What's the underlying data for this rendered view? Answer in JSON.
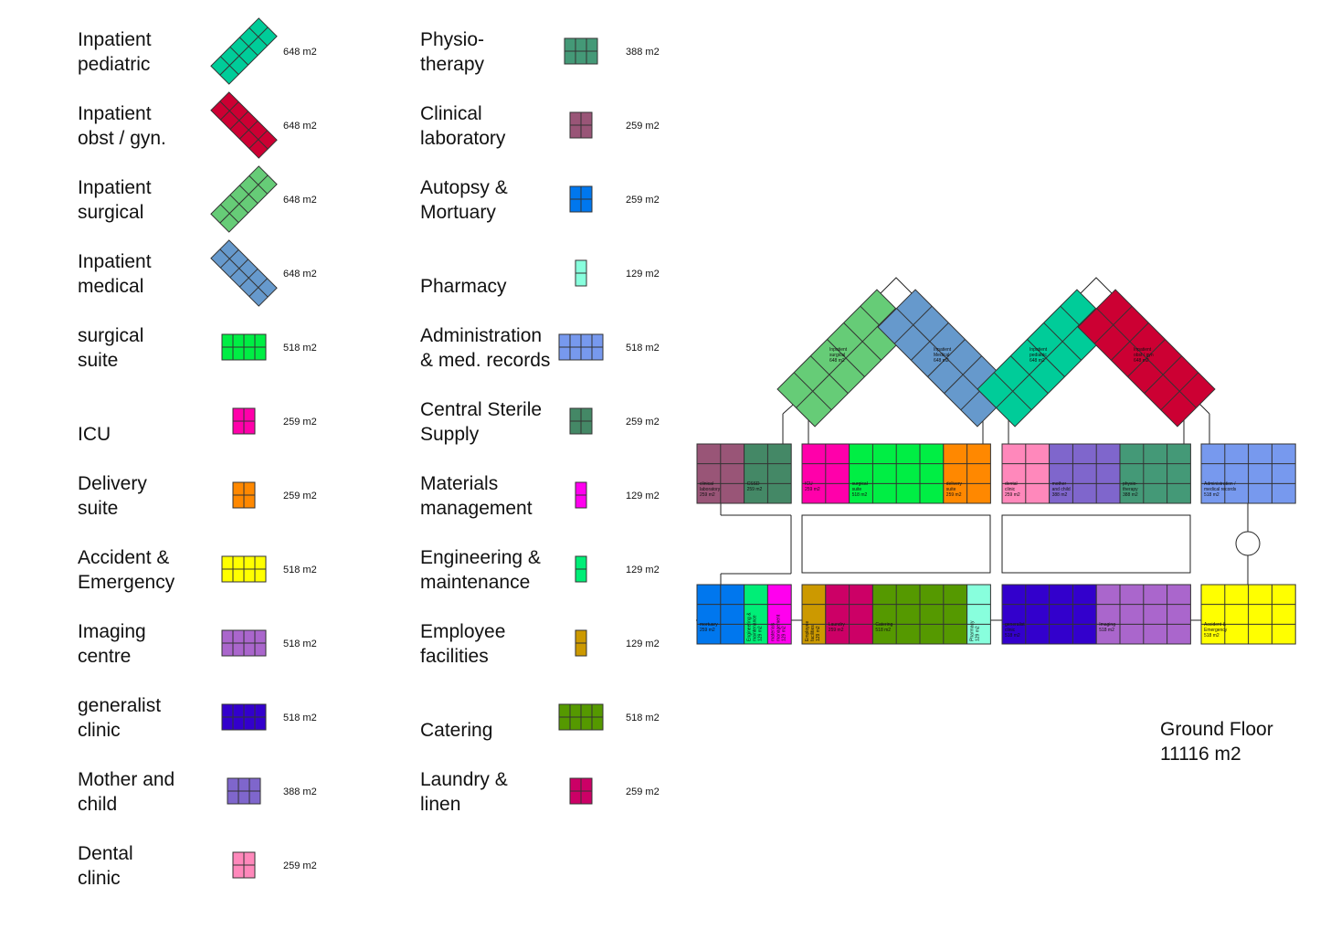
{
  "legend": [
    {
      "lines": [
        "Inpatient",
        "pediatric"
      ],
      "area": "648 m2",
      "color": "#00cc99",
      "shape": "wing-r"
    },
    {
      "lines": [
        "Inpatient",
        "obst / gyn."
      ],
      "area": "648 m2",
      "color": "#cc0033",
      "shape": "wing-l"
    },
    {
      "lines": [
        "Inpatient",
        "surgical"
      ],
      "area": "648 m2",
      "color": "#66cc77",
      "shape": "wing-r"
    },
    {
      "lines": [
        "Inpatient",
        "medical"
      ],
      "area": "648 m2",
      "color": "#6699cc",
      "shape": "wing-l"
    },
    {
      "lines": [
        "surgical",
        "suite"
      ],
      "area": "518 m2",
      "color": "#00ee44",
      "shape": "grid-4x2"
    },
    {
      "lines": [
        "ICU"
      ],
      "area": "259 m2",
      "color": "#ff00aa",
      "shape": "grid-2x2"
    },
    {
      "lines": [
        "Delivery",
        "suite"
      ],
      "area": "259 m2",
      "color": "#ff8800",
      "shape": "grid-2x2"
    },
    {
      "lines": [
        "Accident &",
        "Emergency"
      ],
      "area": "518 m2",
      "color": "#ffff00",
      "shape": "grid-4x2"
    },
    {
      "lines": [
        "Imaging",
        "centre"
      ],
      "area": "518 m2",
      "color": "#aa66cc",
      "shape": "grid-4x2"
    },
    {
      "lines": [
        "generalist",
        "clinic"
      ],
      "area": "518 m2",
      "color": "#3300cc",
      "shape": "grid-4x2"
    },
    {
      "lines": [
        "Mother and",
        "child"
      ],
      "area": "388 m2",
      "color": "#7f66cc",
      "shape": "grid-3x2"
    },
    {
      "lines": [
        "Dental",
        "clinic"
      ],
      "area": "259 m2",
      "color": "#ff88bb",
      "shape": "grid-2x2"
    },
    {
      "lines": [
        "Physio-",
        "therapy"
      ],
      "area": "388 m2",
      "color": "#449977",
      "shape": "grid-3x2"
    },
    {
      "lines": [
        "Clinical",
        "laboratory"
      ],
      "area": "259 m2",
      "color": "#995577",
      "shape": "grid-2x2"
    },
    {
      "lines": [
        "Autopsy &",
        "Mortuary"
      ],
      "area": "259 m2",
      "color": "#0077ee",
      "shape": "grid-2x2"
    },
    {
      "lines": [
        "Pharmacy"
      ],
      "area": "129 m2",
      "color": "#88ffdd",
      "shape": "grid-1x2"
    },
    {
      "lines": [
        "Administration",
        "& med. records"
      ],
      "area": "518 m2",
      "color": "#7799ee",
      "shape": "grid-4x2"
    },
    {
      "lines": [
        "Central Sterile",
        "Supply"
      ],
      "area": "259 m2",
      "color": "#448866",
      "shape": "grid-2x2"
    },
    {
      "lines": [
        "Materials",
        "management"
      ],
      "area": "129 m2",
      "color": "#ff00ee",
      "shape": "grid-1x2"
    },
    {
      "lines": [
        "Engineering &",
        "maintenance"
      ],
      "area": "129 m2",
      "color": "#00ee77",
      "shape": "grid-1x2"
    },
    {
      "lines": [
        "Employee",
        "facilities"
      ],
      "area": "129 m2",
      "color": "#cc9900",
      "shape": "grid-1x2"
    },
    {
      "lines": [
        "Catering"
      ],
      "area": "518 m2",
      "color": "#559900",
      "shape": "grid-4x2"
    },
    {
      "lines": [
        "Laundry &",
        "linen"
      ],
      "area": "259 m2",
      "color": "#cc0066",
      "shape": "grid-2x2"
    }
  ],
  "plan": {
    "wings": [
      {
        "lines": [
          "Inpatient",
          "surgical",
          "648 m2"
        ],
        "color": "#66cc77"
      },
      {
        "lines": [
          "Inpatient",
          "Medical",
          "648 m2"
        ],
        "color": "#6699cc"
      },
      {
        "lines": [
          "Inpatient",
          "pediatric",
          "648 m2"
        ],
        "color": "#00cc99"
      },
      {
        "lines": [
          "Inpatient",
          "obst / gyn",
          "648 m2"
        ],
        "color": "#cc0033"
      }
    ],
    "top_row": [
      {
        "lines": [
          "clinical",
          "laboratory",
          "259 m2"
        ],
        "color": "#995577",
        "cols": 2
      },
      {
        "lines": [
          "CSSD",
          "259 m2"
        ],
        "color": "#448866",
        "cols": 2
      },
      {
        "lines": [
          "ICU",
          "259 m2"
        ],
        "color": "#ff00aa",
        "cols": 2
      },
      {
        "lines": [
          "surgical",
          "suite",
          "518 m2"
        ],
        "color": "#00ee44",
        "cols": 4
      },
      {
        "lines": [
          "delivery",
          "suite",
          "259 m2"
        ],
        "color": "#ff8800",
        "cols": 2
      },
      {
        "lines": [
          "dental",
          "clinic",
          "259 m2"
        ],
        "color": "#ff88bb",
        "cols": 2
      },
      {
        "lines": [
          "mother",
          "and child",
          "388 m2"
        ],
        "color": "#7f66cc",
        "cols": 3
      },
      {
        "lines": [
          "physio-",
          "therapy",
          "388 m2"
        ],
        "color": "#449977",
        "cols": 3
      },
      {
        "lines": [
          "Administration /",
          "medical records",
          "518 m2"
        ],
        "color": "#7799ee",
        "cols": 4
      }
    ],
    "bottom_row": [
      {
        "lines": [
          "mortuary",
          "259 m2"
        ],
        "color": "#0077ee",
        "cols": 2
      },
      {
        "lines": [
          "Engineering &",
          "maintenance",
          "129 m2"
        ],
        "color": "#00ee77",
        "cols": 1,
        "vertical": true
      },
      {
        "lines": [
          "materials",
          "management",
          "129 m2"
        ],
        "color": "#ff00ee",
        "cols": 1,
        "vertical": true
      },
      {
        "lines": [
          "Employee",
          "facilities",
          "129 m2"
        ],
        "color": "#cc9900",
        "cols": 1,
        "vertical": true
      },
      {
        "lines": [
          "Laundry",
          "259 m2"
        ],
        "color": "#cc0066",
        "cols": 2
      },
      {
        "lines": [
          "Catering",
          "518 m2"
        ],
        "color": "#559900",
        "cols": 4
      },
      {
        "lines": [
          "Pharmacy",
          "129 m2"
        ],
        "color": "#88ffdd",
        "cols": 1,
        "vertical": true
      },
      {
        "lines": [
          "generalist",
          "clinic",
          "518 m2"
        ],
        "color": "#3300cc",
        "cols": 4
      },
      {
        "lines": [
          "Imaging",
          "518 m2"
        ],
        "color": "#aa66cc",
        "cols": 4
      },
      {
        "lines": [
          "Accident &",
          "Emergency",
          "518 m2"
        ],
        "color": "#ffff00",
        "cols": 4
      }
    ]
  },
  "floor": {
    "title": "Ground Floor",
    "area": "11116 m2"
  }
}
